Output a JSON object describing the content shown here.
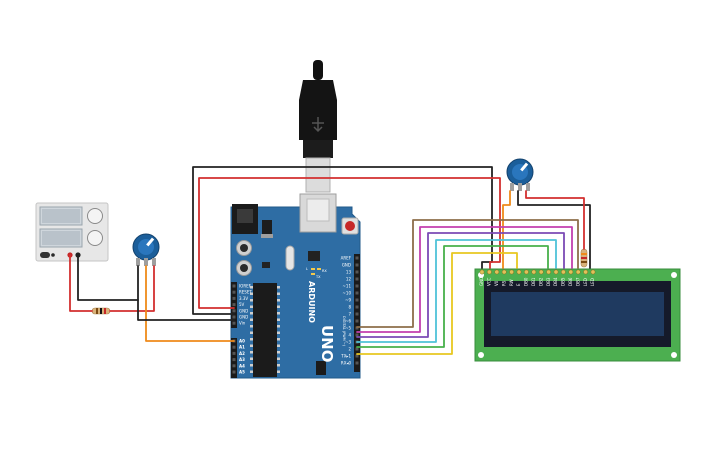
{
  "arduino": {
    "brand": "ARDUINO",
    "model": "UNO",
    "header_digital_label": "DIGITAL (PWM ~)",
    "header_analog_label": "ANALOG IN",
    "led_tx": "TX",
    "led_rx": "RX",
    "led_l": "L",
    "power_pins": [
      "IOREF",
      "RESET",
      "3.3V",
      "5V",
      "GND",
      "GND",
      "Vin"
    ],
    "analog_pins": [
      "A0",
      "A1",
      "A2",
      "A3",
      "A4",
      "A5"
    ],
    "digital_pins": [
      "AREF",
      "GND",
      "13",
      "12",
      "~11",
      "~10",
      "~9",
      "8",
      "7",
      "~6",
      "~5",
      "4",
      "~3",
      "2",
      "TX▸1",
      "RX◂0"
    ]
  },
  "lcd": {
    "pins": [
      "GND",
      "VCC",
      "V0",
      "RS",
      "RW",
      "E",
      "DB0",
      "DB1",
      "DB2",
      "DB3",
      "DB4",
      "DB5",
      "DB6",
      "DB7",
      "LED",
      "LED"
    ]
  },
  "colors": {
    "board": "#2e6da4",
    "lcd_pcb": "#4caf50",
    "lcd_screen": "#1f3a60",
    "wire_red": "#d32f2f",
    "wire_black": "#222222",
    "wire_orange": "#ef8a1a",
    "wire_brown": "#8d6e4a",
    "wire_magenta": "#c23fae",
    "wire_purple": "#7b4ab5",
    "wire_cyan": "#4fc3d8",
    "wire_green": "#47b04a",
    "wire_yellow": "#e8c820"
  }
}
